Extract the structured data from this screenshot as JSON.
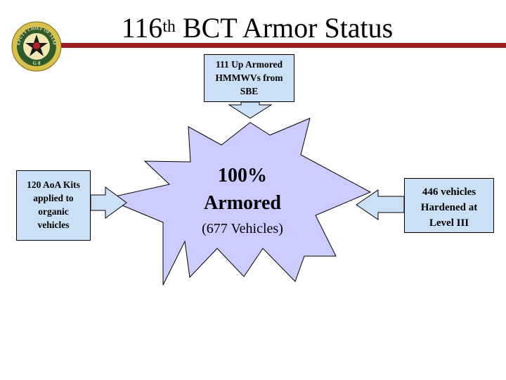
{
  "slide": {
    "title_main": "116",
    "title_sup": "th",
    "title_rest": " BCT Armor Status"
  },
  "seal": {
    "text_top": "DEPUTY CHIEF OF STAFF",
    "text_bottom": "G 8"
  },
  "boxes": {
    "top": [
      "111 Up Armored",
      "HMMWVs from",
      "SBE"
    ],
    "left": [
      "120 AoA Kits",
      "applied to",
      "organic",
      "vehicles"
    ],
    "right": [
      "446 vehicles",
      "Hardened at",
      "Level III"
    ]
  },
  "center": {
    "percent": "100%",
    "label": "Armored",
    "count": "(677 Vehicles)"
  },
  "colors": {
    "title_bar": "#9b1c1c",
    "box_fill": "#cce0f5",
    "star_fill": "#ccccff",
    "arrow_fill": "#cce0f5"
  }
}
